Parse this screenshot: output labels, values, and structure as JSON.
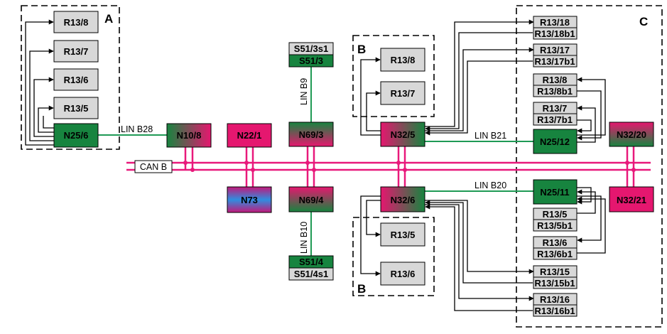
{
  "colors": {
    "can_bus": "#e8197b",
    "lin_line": "#1f9a55",
    "control_unit_green": "#17843f",
    "control_unit_magenta": "#e5176f",
    "component_grey": "#d8d8d8"
  },
  "groups": {
    "a": "A",
    "b_top": "B",
    "b_bottom": "B",
    "c": "C"
  },
  "buses": {
    "can_b": "CAN B",
    "lin_b28": "LIN B28",
    "lin_b9": "LIN B9",
    "lin_b10": "LIN B10",
    "lin_b21": "LIN B21",
    "lin_b20": "LIN B20"
  },
  "control_units": {
    "n25_6": "N25/6",
    "n10_8": "N10/8",
    "n22_1": "N22/1",
    "n73": "N73",
    "n69_3": "N69/3",
    "n69_4": "N69/4",
    "n32_5": "N32/5",
    "n32_6": "N32/6",
    "n25_12": "N25/12",
    "n25_11": "N25/11",
    "n32_20": "N32/20",
    "n32_21": "N32/21"
  },
  "components": {
    "a_r13_8": "R13/8",
    "a_r13_7": "R13/7",
    "a_r13_6": "R13/6",
    "a_r13_5": "R13/5",
    "s51_3s1": "S51/3s1",
    "s51_3": "S51/3",
    "s51_4": "S51/4",
    "s51_4s1": "S51/4s1",
    "b_r13_8": "R13/8",
    "b_r13_7": "R13/7",
    "b_r13_5": "R13/5",
    "b_r13_6": "R13/6",
    "c_r13_18": "R13/18",
    "c_r13_18b1": "R13/18b1",
    "c_r13_17": "R13/17",
    "c_r13_17b1": "R13/17b1",
    "c_r13_8": "R13/8",
    "c_r13_8b1": "R13/8b1",
    "c_r13_7": "R13/7",
    "c_r13_7b1": "R13/7b1",
    "c_r13_5": "R13/5",
    "c_r13_5b1": "R13/5b1",
    "c_r13_6": "R13/6",
    "c_r13_6b1": "R13/6b1",
    "c_r13_15": "R13/15",
    "c_r13_15b1": "R13/15b1",
    "c_r13_16": "R13/16",
    "c_r13_16b1": "R13/16b1"
  }
}
